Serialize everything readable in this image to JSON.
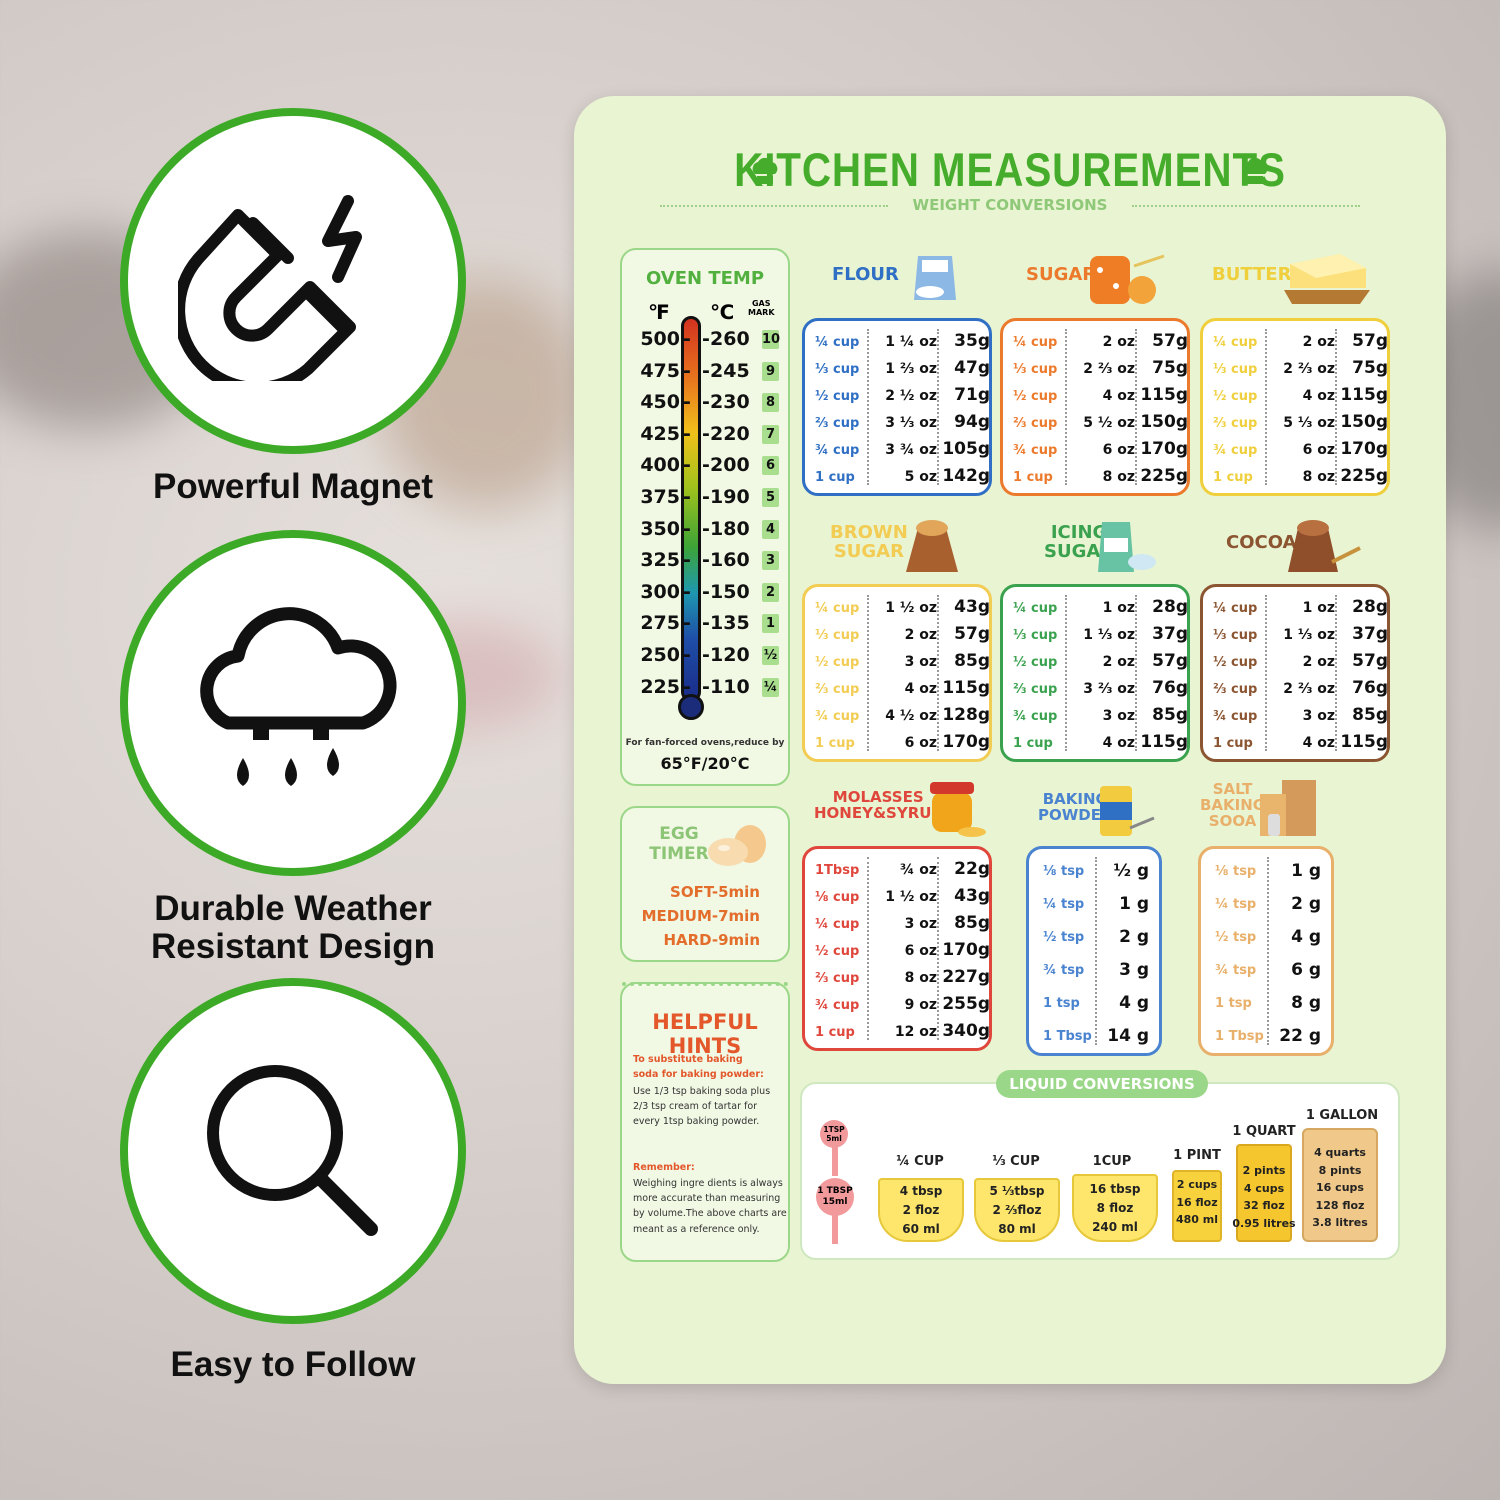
{
  "features": [
    {
      "icon": "magnet-icon",
      "label": "Powerful Magnet"
    },
    {
      "icon": "rain-cloud-icon",
      "label_line1": "Durable Weather",
      "label_line2": "Resistant Design"
    },
    {
      "icon": "magnifier-icon",
      "label": "Easy to Follow"
    }
  ],
  "poster": {
    "title": "KITCHEN MEASUREMENTS",
    "subtitle": "WEIGHT CONVERSIONS",
    "oven": {
      "title": "OVEN TEMP",
      "f_header": "℉",
      "c_header": "℃",
      "gas_header_1": "GAS",
      "gas_header_2": "MARK",
      "rows": [
        {
          "f": "500",
          "c": "260",
          "gas": "10"
        },
        {
          "f": "475",
          "c": "245",
          "gas": "9"
        },
        {
          "f": "450",
          "c": "230",
          "gas": "8"
        },
        {
          "f": "425",
          "c": "220",
          "gas": "7"
        },
        {
          "f": "400",
          "c": "200",
          "gas": "6"
        },
        {
          "f": "375",
          "c": "190",
          "gas": "5"
        },
        {
          "f": "350",
          "c": "180",
          "gas": "4"
        },
        {
          "f": "325",
          "c": "160",
          "gas": "3"
        },
        {
          "f": "300",
          "c": "150",
          "gas": "2"
        },
        {
          "f": "275",
          "c": "135",
          "gas": "1"
        },
        {
          "f": "250",
          "c": "120",
          "gas": "½"
        },
        {
          "f": "225",
          "c": "110",
          "gas": "¼"
        }
      ],
      "note": "For fan-forced ovens,reduce by",
      "note_value": "65°F/20°C"
    },
    "egg": {
      "title_1": "EGG",
      "title_2": "TIMER",
      "soft": "SOFT-5min",
      "medium": "MEDIUM-7min",
      "hard": "HARD-9min"
    },
    "hints": {
      "title": "HELPFUL HINTS",
      "h1_title_1": "To substitute baking",
      "h1_title_2": "soda for baking powder:",
      "h1_l1": "Use 1/3 tsp baking soda plus",
      "h1_l2": "2/3 tsp cream of tartar for",
      "h1_l3": "every 1tsp baking powder.",
      "h2_title": "Remember:",
      "h2_l1": "Weighing ingre dients is always",
      "h2_l2": "more accurate than measuring",
      "h2_l3": "by volume.The above charts are",
      "h2_l4": "meant as a reference only."
    },
    "tables": [
      {
        "name": "FLOUR",
        "color": "#2f6fc4",
        "rows": [
          [
            "¼ cup",
            "1 ¼ oz",
            "35g"
          ],
          [
            "⅓ cup",
            "1 ⅔ oz",
            "47g"
          ],
          [
            "½ cup",
            "2 ½ oz",
            "71g"
          ],
          [
            "⅔ cup",
            "3 ⅓ oz",
            "94g"
          ],
          [
            "¾ cup",
            "3 ¾ oz",
            "105g"
          ],
          [
            "1 cup",
            "5 oz",
            "142g"
          ]
        ]
      },
      {
        "name": "SUGAR",
        "color": "#ec7a2c",
        "rows": [
          [
            "¼ cup",
            "2 oz",
            "57g"
          ],
          [
            "⅓ cup",
            "2 ⅔ oz",
            "75g"
          ],
          [
            "½ cup",
            "4 oz",
            "115g"
          ],
          [
            "⅔ cup",
            "5 ½ oz",
            "150g"
          ],
          [
            "¾ cup",
            "6 oz",
            "170g"
          ],
          [
            "1 cup",
            "8 oz",
            "225g"
          ]
        ]
      },
      {
        "name": "BUTTER",
        "color": "#f0cf3c",
        "rows": [
          [
            "¼ cup",
            "2 oz",
            "57g"
          ],
          [
            "⅓ cup",
            "2 ⅔ oz",
            "75g"
          ],
          [
            "½ cup",
            "4 oz",
            "115g"
          ],
          [
            "⅔ cup",
            "5 ⅓ oz",
            "150g"
          ],
          [
            "¾ cup",
            "6 oz",
            "170g"
          ],
          [
            "1 cup",
            "8 oz",
            "225g"
          ]
        ]
      },
      {
        "name_1": "BROWN",
        "name_2": "SUGAR",
        "color": "#f2cc53",
        "rows": [
          [
            "¼ cup",
            "1 ½ oz",
            "43g"
          ],
          [
            "⅓ cup",
            "2 oz",
            "57g"
          ],
          [
            "½ cup",
            "3 oz",
            "85g"
          ],
          [
            "⅔ cup",
            "4 oz",
            "115g"
          ],
          [
            "¾ cup",
            "4 ½ oz",
            "128g"
          ],
          [
            "1 cup",
            "6 oz",
            "170g"
          ]
        ]
      },
      {
        "name_1": "ICING",
        "name_2": "SUGAR",
        "color": "#3aa24f",
        "rows": [
          [
            "¼ cup",
            "1 oz",
            "28g"
          ],
          [
            "⅓ cup",
            "1 ⅓ oz",
            "37g"
          ],
          [
            "½ cup",
            "2 oz",
            "57g"
          ],
          [
            "⅔ cup",
            "3 ⅔ oz",
            "76g"
          ],
          [
            "¾ cup",
            "3 oz",
            "85g"
          ],
          [
            "1 cup",
            "4 oz",
            "115g"
          ]
        ]
      },
      {
        "name": "COCOA",
        "color": "#8c5531",
        "rows": [
          [
            "¼ cup",
            "1 oz",
            "28g"
          ],
          [
            "⅓ cup",
            "1 ⅓ oz",
            "37g"
          ],
          [
            "½ cup",
            "2 oz",
            "57g"
          ],
          [
            "⅔ cup",
            "2 ⅔ oz",
            "76g"
          ],
          [
            "¾ cup",
            "3 oz",
            "85g"
          ],
          [
            "1 cup",
            "4 oz",
            "115g"
          ]
        ]
      },
      {
        "name_1": "MOLASSES",
        "name_2": "HONEY&SYRUP",
        "color": "#e0473c",
        "rows": [
          [
            "1Tbsp",
            "¾ oz",
            "22g"
          ],
          [
            "⅛ cup",
            "1 ½ oz",
            "43g"
          ],
          [
            "¼ cup",
            "3 oz",
            "85g"
          ],
          [
            "½ cup",
            "6 oz",
            "170g"
          ],
          [
            "⅔ cup",
            "8 oz",
            "227g"
          ],
          [
            "¾ cup",
            "9 oz",
            "255g"
          ],
          [
            "1 cup",
            "12 oz",
            "340g"
          ]
        ]
      }
    ],
    "small_tables": [
      {
        "name_1": "BAKING",
        "name_2": "POWDER",
        "color": "#4a83cf",
        "rows": [
          [
            "⅛ tsp",
            "½ g"
          ],
          [
            "¼ tsp",
            "1 g"
          ],
          [
            "½ tsp",
            "2 g"
          ],
          [
            "¾ tsp",
            "3 g"
          ],
          [
            "1 tsp",
            "4 g"
          ],
          [
            "1 Tbsp",
            "14 g"
          ]
        ]
      },
      {
        "name_1": "SALT",
        "name_2": "BAKING",
        "name_3": "SOOA",
        "color": "#e8b06a",
        "rows": [
          [
            "⅛ tsp",
            "1 g"
          ],
          [
            "¼ tsp",
            "2 g"
          ],
          [
            "½ tsp",
            "4 g"
          ],
          [
            "¾ tsp",
            "6 g"
          ],
          [
            "1 tsp",
            "8 g"
          ],
          [
            "1 Tbsp",
            "22 g"
          ]
        ]
      }
    ],
    "liquid": {
      "title": "LIQUID CONVERSIONS",
      "tsp_1": "1TSP",
      "tsp_2": "5ml",
      "tbsp_1": "1 TBSP",
      "tbsp_2": "15ml",
      "quarter_cup": {
        "label": "¼ CUP",
        "v1": "4 tbsp",
        "v2": "2 floz",
        "v3": "60 ml"
      },
      "third_cup": {
        "label": "⅓ CUP",
        "v1": "5 ⅓tbsp",
        "v2": "2 ⅔floz",
        "v3": "80 ml"
      },
      "one_cup": {
        "label": "1CUP",
        "v1": "16 tbsp",
        "v2": "8 floz",
        "v3": "240 ml"
      },
      "pint": {
        "label": "1 PINT",
        "v1": "2 cups",
        "v2": "16 floz",
        "v3": "480 ml"
      },
      "quart": {
        "label": "1 QUART",
        "v1": "2 pints",
        "v2": "4 cups",
        "v3": "32 floz",
        "v4": "0.95 litres"
      },
      "gallon": {
        "label": "1 GALLON",
        "v1": "4 quarts",
        "v2": "8 pints",
        "v3": "16 cups",
        "v4": "128 floz",
        "v5": "3.8 litres"
      }
    }
  }
}
